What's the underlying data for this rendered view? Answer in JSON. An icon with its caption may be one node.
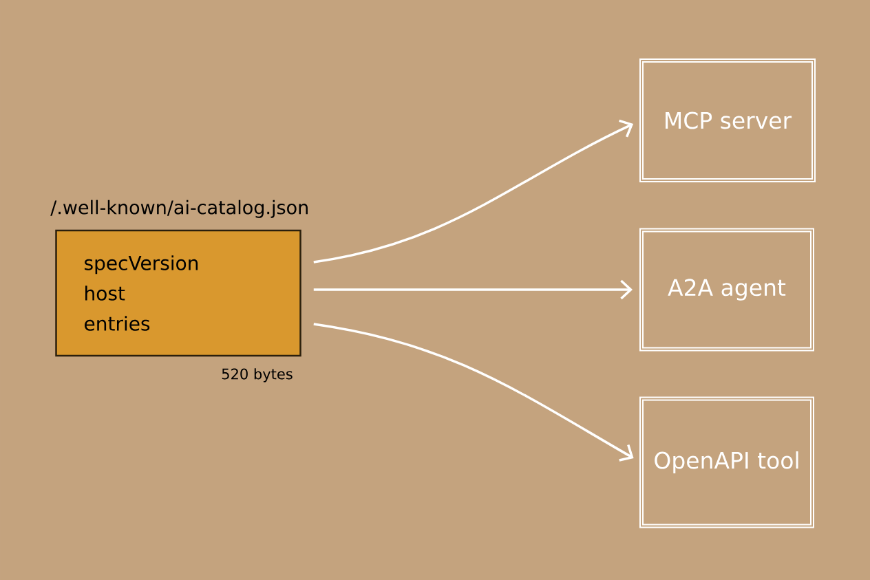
{
  "diagram": {
    "nodes": [
      {
        "text": [
          "/.well-known/ai-catalog.json",
          "specVersion",
          "host",
          "entries"
        ],
        "beside": [
          "520 bytes"
        ]
      },
      {
        "text": [
          "MCP server"
        ]
      },
      {
        "text": [
          "A2A agent"
        ]
      },
      {
        "text": [
          "OpenAPI tool"
        ]
      }
    ],
    "edges": [
      {
        "from": 0,
        "to": 1,
        "arrow": "to"
      },
      {
        "from": 0,
        "to": 2,
        "arrow": "to"
      },
      {
        "from": 0,
        "to": 3,
        "arrow": "to"
      }
    ]
  }
}
